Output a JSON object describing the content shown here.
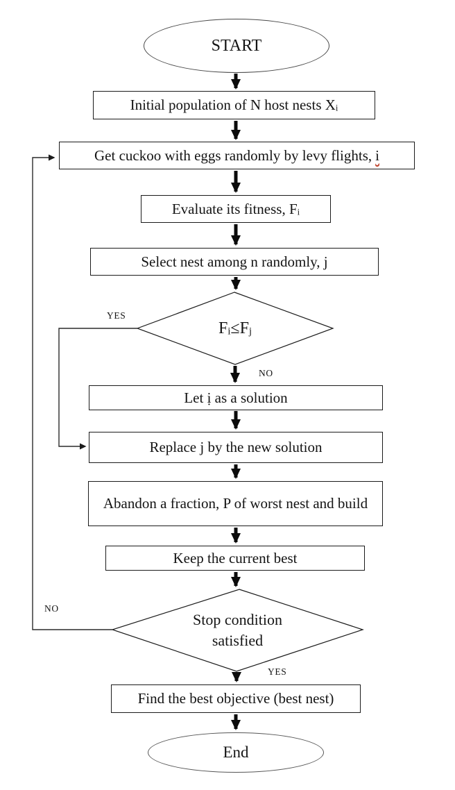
{
  "flowchart": {
    "kind": "flowchart",
    "nodes": {
      "start": {
        "type": "terminator",
        "label": "START"
      },
      "init": {
        "type": "process",
        "text": "Initial population of N host nests X",
        "subscript": "i"
      },
      "get_cuckoo": {
        "type": "process",
        "text": "Get cuckoo with eggs randomly by levy flights,",
        "misspelled_var": "i"
      },
      "evaluate": {
        "type": "process",
        "text": "Evaluate its fitness, F",
        "subscript": "i"
      },
      "select_nest": {
        "type": "process",
        "text": "Select nest among n randomly, j"
      },
      "fitness_decision": {
        "type": "decision",
        "lhs": "F",
        "lhs_sub": "i",
        "operator": "≤",
        "rhs": "F",
        "rhs_sub": "j"
      },
      "let_solution": {
        "type": "process",
        "text": "Let ị as a solution"
      },
      "replace": {
        "type": "process",
        "text": "Replace j by the new solution"
      },
      "abandon": {
        "type": "process",
        "text": "Abandon a fraction, P of worst nest and build"
      },
      "keep_best": {
        "type": "process",
        "text": "Keep the current best"
      },
      "stop_decision": {
        "type": "decision",
        "line1": "Stop condition",
        "line2": "satisfied"
      },
      "find_best": {
        "type": "process",
        "text": "Find the best objective (best nest)"
      },
      "end": {
        "type": "terminator",
        "label": "End"
      }
    },
    "edge_labels": {
      "fitness_yes": "YES",
      "fitness_no": "NO",
      "stop_no": "NO",
      "stop_yes": "YES"
    },
    "edges": [
      {
        "from": "start",
        "to": "init"
      },
      {
        "from": "init",
        "to": "get_cuckoo"
      },
      {
        "from": "get_cuckoo",
        "to": "evaluate"
      },
      {
        "from": "evaluate",
        "to": "select_nest"
      },
      {
        "from": "select_nest",
        "to": "fitness_decision"
      },
      {
        "from": "fitness_decision",
        "to": "let_solution",
        "label": "NO"
      },
      {
        "from": "fitness_decision",
        "to": "replace",
        "label": "YES"
      },
      {
        "from": "let_solution",
        "to": "replace"
      },
      {
        "from": "replace",
        "to": "abandon"
      },
      {
        "from": "abandon",
        "to": "keep_best"
      },
      {
        "from": "keep_best",
        "to": "stop_decision"
      },
      {
        "from": "stop_decision",
        "to": "get_cuckoo",
        "label": "NO"
      },
      {
        "from": "stop_decision",
        "to": "find_best",
        "label": "YES"
      },
      {
        "from": "find_best",
        "to": "end"
      }
    ],
    "colors": {
      "line": "#111111",
      "node_border": "#1a1a1a",
      "terminator_border": "#474747",
      "background": "#ffffff",
      "spellcheck_underline": "#c0452f"
    }
  }
}
